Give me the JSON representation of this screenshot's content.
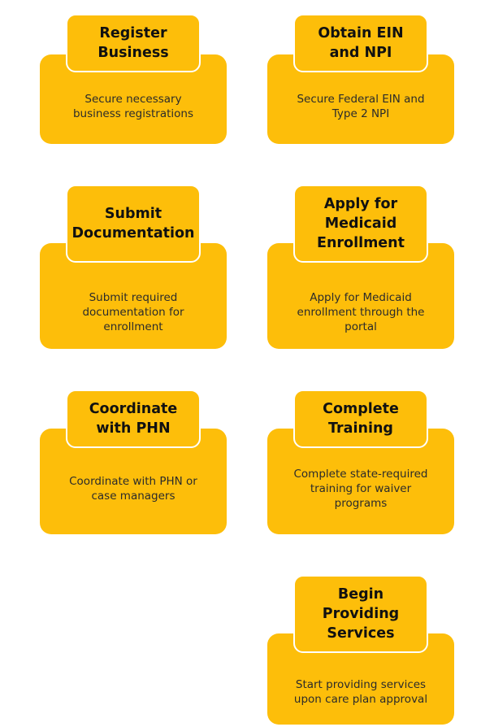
{
  "steps": [
    {
      "title_lines": [
        "Register",
        "Business"
      ],
      "desc_lines": [
        "Secure necessary",
        "business registrations"
      ]
    },
    {
      "title_lines": [
        "Obtain EIN",
        "and NPI"
      ],
      "desc_lines": [
        "Secure Federal EIN and",
        "Type 2 NPI"
      ]
    },
    {
      "title_lines": [
        "Submit",
        "Documentation"
      ],
      "desc_lines": [
        "Submit required",
        "documentation for",
        "enrollment"
      ]
    },
    {
      "title_lines": [
        "Apply for",
        "Medicaid",
        "Enrollment"
      ],
      "desc_lines": [
        "Apply for Medicaid",
        "enrollment through the",
        "portal"
      ]
    },
    {
      "title_lines": [
        "Coordinate",
        "with PHN"
      ],
      "desc_lines": [
        "Coordinate with PHN or",
        "case managers"
      ]
    },
    {
      "title_lines": [
        "Complete",
        "Training"
      ],
      "desc_lines": [
        "Complete state-required",
        "training for waiver",
        "programs"
      ]
    },
    {
      "title_lines": [
        "Begin",
        "Providing",
        "Services"
      ],
      "desc_lines": [
        "Start providing services",
        "upon care plan approval"
      ]
    }
  ],
  "colors": {
    "card": "#FDBE0A",
    "title_text": "#111111",
    "desc_text": "#2b2b2b",
    "background": "#ffffff"
  }
}
